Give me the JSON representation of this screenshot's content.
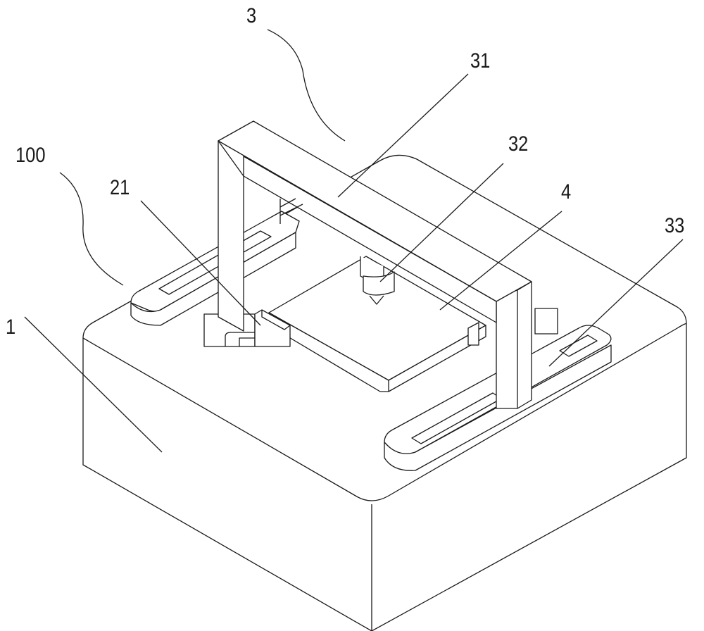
{
  "figure": {
    "labels": {
      "gantry": "3",
      "beam": "31",
      "device": "100",
      "nozzle": "32",
      "clamp": "21",
      "platform": "4",
      "rail": "33",
      "base": "1"
    }
  }
}
